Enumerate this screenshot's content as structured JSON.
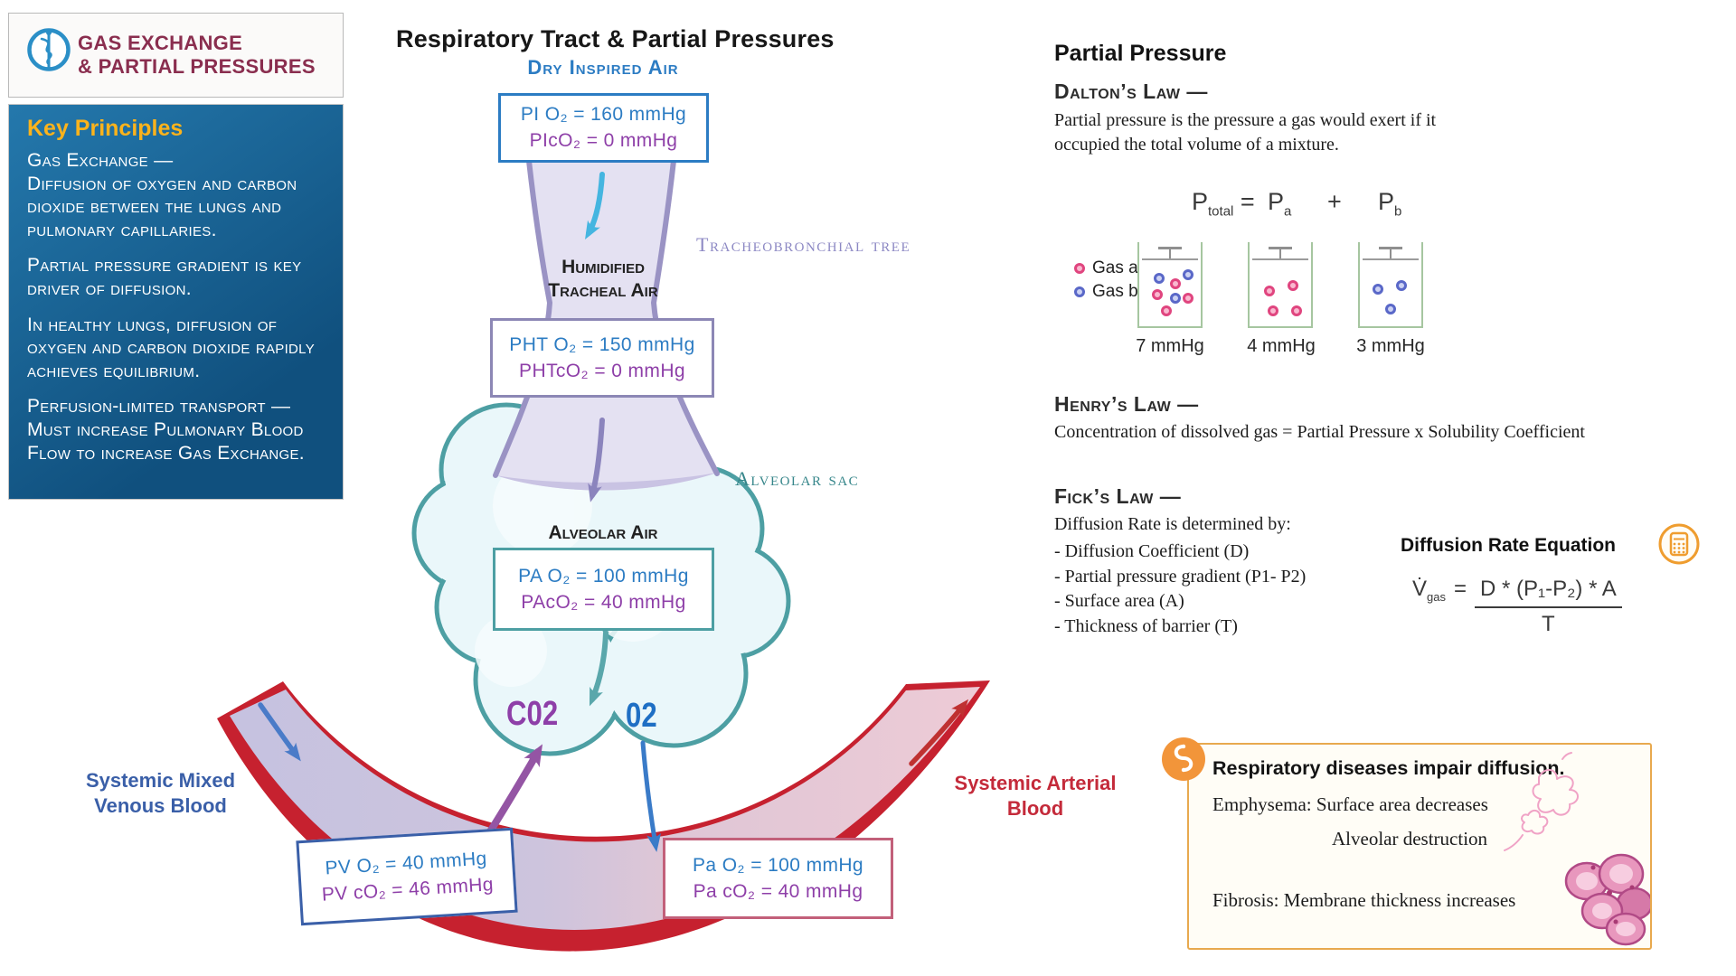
{
  "header": {
    "title_line1": "GAS EXCHANGE",
    "title_line2": "& PARTIAL PRESSURES"
  },
  "key_principles": {
    "heading": "Key Principles",
    "paragraphs": [
      {
        "lead": "Gas Exchange —",
        "body": "Diffusion of oxygen and carbon dioxide between the lungs and pulmonary capillaries."
      },
      {
        "lead": "",
        "body": "Partial pressure gradient is key driver of diffusion."
      },
      {
        "lead": "",
        "body": "In healthy lungs, diffusion of oxygen and carbon dioxide rapidly achieves equilibrium."
      },
      {
        "lead": "Perfusion-limited transport —",
        "body": "Must increase Pulmonary Blood Flow to increase Gas Exchange."
      }
    ]
  },
  "diagram": {
    "title": "Respiratory Tract & Partial Pressures",
    "dry_inspired_air": "Dry Inspired Air",
    "pi_box": {
      "o2": "PI O₂ = 160 mmHg",
      "co2": "PIcO₂ = 0 mmHg"
    },
    "humidified_line1": "Humidified",
    "humidified_line2": "Tracheal Air",
    "tracheobronchial": "Tracheobronchial tree",
    "pht_box": {
      "o2": "PHT O₂ = 150 mmHg",
      "co2": "PHTcO₂ = 0 mmHg"
    },
    "alveolar_air": "Alveolar Air",
    "alveolar_sac": "Alveolar sac",
    "pa_box": {
      "o2": "PA O₂ = 100 mmHg",
      "co2": "PAcO₂ = 40 mmHg"
    },
    "co2_label": "C02",
    "o2_label": "02",
    "venous_label_line1": "Systemic Mixed",
    "venous_label_line2": "Venous Blood",
    "arterial_label_line1": "Systemic Arterial",
    "arterial_label_line2": "Blood",
    "pv_box": {
      "o2": "PV O₂ = 40 mmHg",
      "co2": "PV cO₂ = 46 mmHg"
    },
    "pa_art_box": {
      "o2": "Pa O₂ = 100 mmHg",
      "co2": "Pa cO₂ = 40 mmHg"
    }
  },
  "partial_pressure": {
    "heading": "Partial Pressure",
    "dalton": {
      "title": "Dalton’s Law —",
      "body": "Partial pressure is the pressure a gas would exert if it occupied the total volume of a mixture.",
      "equation": {
        "p_base": "P",
        "p_sub": "total",
        "equals": "=",
        "a_base": "P",
        "a_sub": "a",
        "plus": "+",
        "b_base": "P",
        "b_sub": "b"
      },
      "legend": [
        {
          "gas": "Gas a"
        },
        {
          "gas": "Gas b"
        }
      ],
      "beakers": [
        {
          "pressure": "7 mmHg",
          "dots": [
            "b",
            "a",
            "b",
            "a",
            "b",
            "a",
            "a"
          ]
        },
        {
          "pressure": "4 mmHg",
          "dots": [
            "a",
            "a",
            "a",
            "a"
          ]
        },
        {
          "pressure": "3 mmHg",
          "dots": [
            "b",
            "b",
            "b"
          ]
        }
      ]
    },
    "henry": {
      "title": "Henry’s Law —",
      "body": "Concentration of dissolved gas = Partial Pressure x Solubility Coefficient"
    },
    "fick": {
      "title": "Fick’s Law —",
      "intro": "Diffusion Rate is determined by:",
      "items": [
        "-  Diffusion Coefficient (D)",
        "-  Partial pressure gradient (P1- P2)",
        "-  Surface area (A)",
        "-  Thickness of barrier (T)"
      ]
    },
    "equation": {
      "title": "Diffusion Rate Equation",
      "lhs_base": "V̇",
      "lhs_sub": "gas",
      "equals": "=",
      "numerator": "D * (P₁-P₂) * A",
      "denominator": "T"
    }
  },
  "disease_box": {
    "title": "Respiratory diseases impair diffusion.",
    "emphysema": "Emphysema: Surface area decreases",
    "emphysema_detail": "Alveolar destruction",
    "fibrosis": "Fibrosis: Membrane thickness increases"
  },
  "icons": {
    "logo": "rod-of-asclepius-icon",
    "equation": "calculator-icon",
    "note": "chalk-icon"
  },
  "colors": {
    "o2_blue": "#2c7cc3",
    "co2_purple": "#8e3fa8",
    "alveolar_teal": "#4d9fa3",
    "trachea_lavender": "#9a93c4",
    "vessel_red": "#c6212f",
    "venous_blue": "#3a5fa8",
    "arterial_red": "#c42a3a",
    "accent_yellow": "#fcb31c",
    "panel_navy": "#15608f",
    "brand_maroon": "#8a2e4f",
    "note_orange": "#ef9d2f",
    "gas_a_pink": "#e0457f",
    "gas_b_blue": "#5a68c8"
  }
}
